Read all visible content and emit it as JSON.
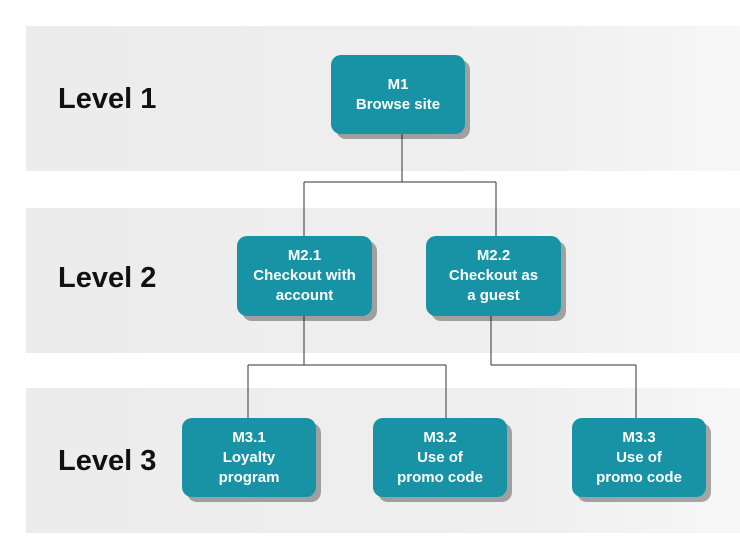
{
  "levels": [
    {
      "label": "Level 1"
    },
    {
      "label": "Level 2"
    },
    {
      "label": "Level 3"
    }
  ],
  "nodes": {
    "m1": {
      "code": "M1",
      "lines": [
        "Browse site"
      ]
    },
    "m2_1": {
      "code": "M2.1",
      "lines": [
        "Checkout with",
        "account"
      ]
    },
    "m2_2": {
      "code": "M2.2",
      "lines": [
        "Checkout as",
        "a guest"
      ]
    },
    "m3_1": {
      "code": "M3.1",
      "lines": [
        "Loyalty",
        "program"
      ]
    },
    "m3_2": {
      "code": "M3.2",
      "lines": [
        "Use of",
        "promo code"
      ]
    },
    "m3_3": {
      "code": "M3.3",
      "lines": [
        "Use of",
        "promo code"
      ]
    }
  },
  "colors": {
    "node_fill": "#1893a6",
    "band_fill": "#ececec",
    "connector": "#333333"
  }
}
